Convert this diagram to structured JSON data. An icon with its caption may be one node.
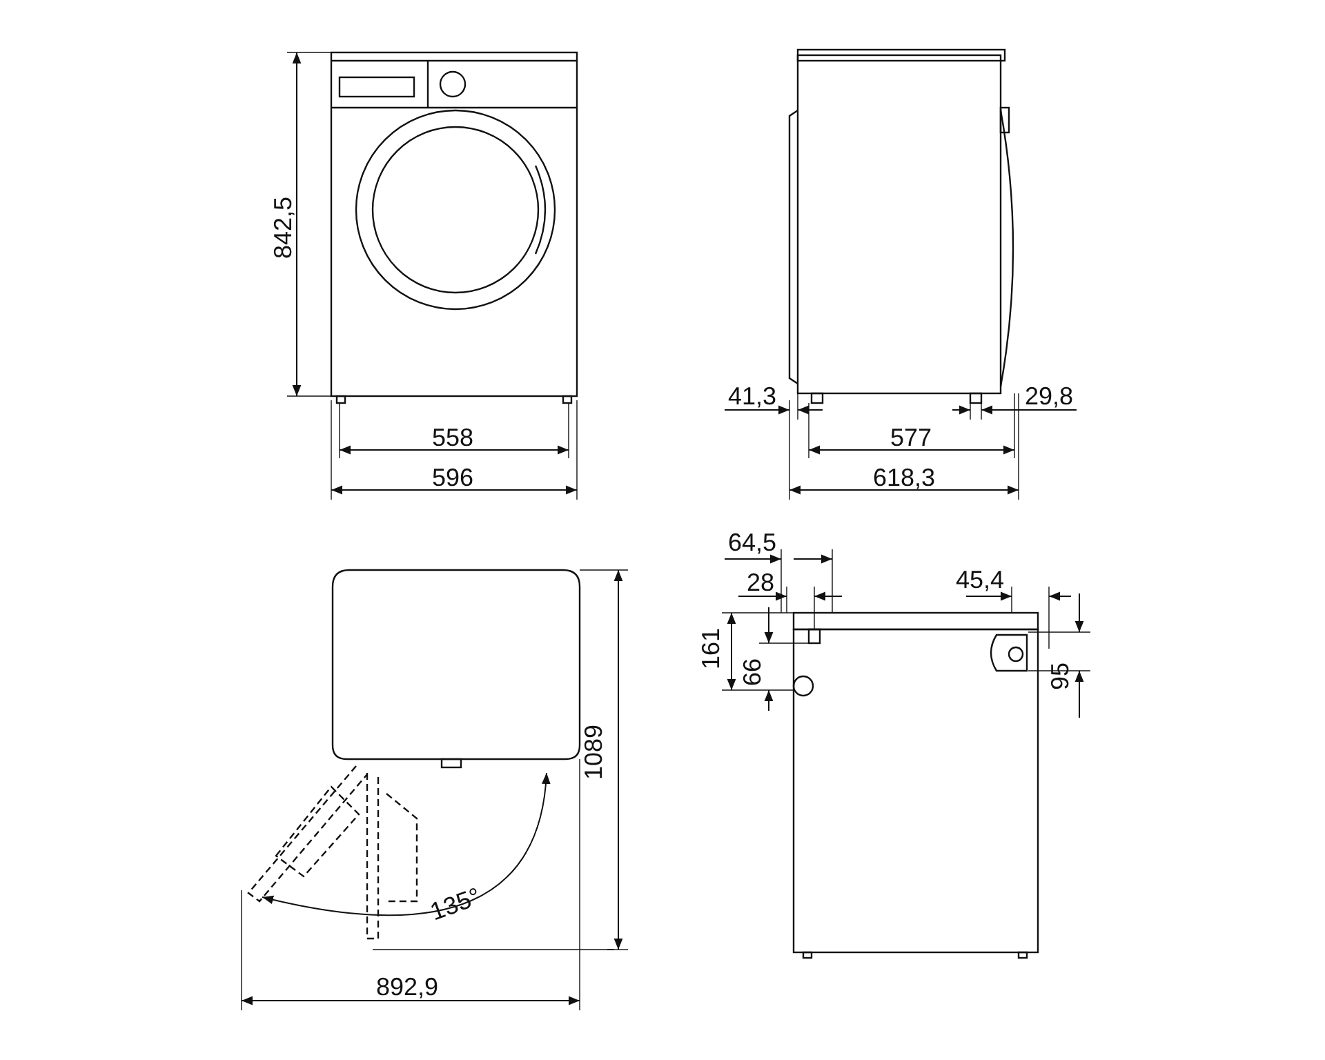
{
  "diagram": {
    "labels": [
      "842,5",
      "558",
      "596",
      "41,3",
      "29,8",
      "577",
      "618,3",
      "64,5",
      "28",
      "45,4",
      "161",
      "66",
      "95",
      "135°",
      "1089",
      "892,9"
    ]
  }
}
